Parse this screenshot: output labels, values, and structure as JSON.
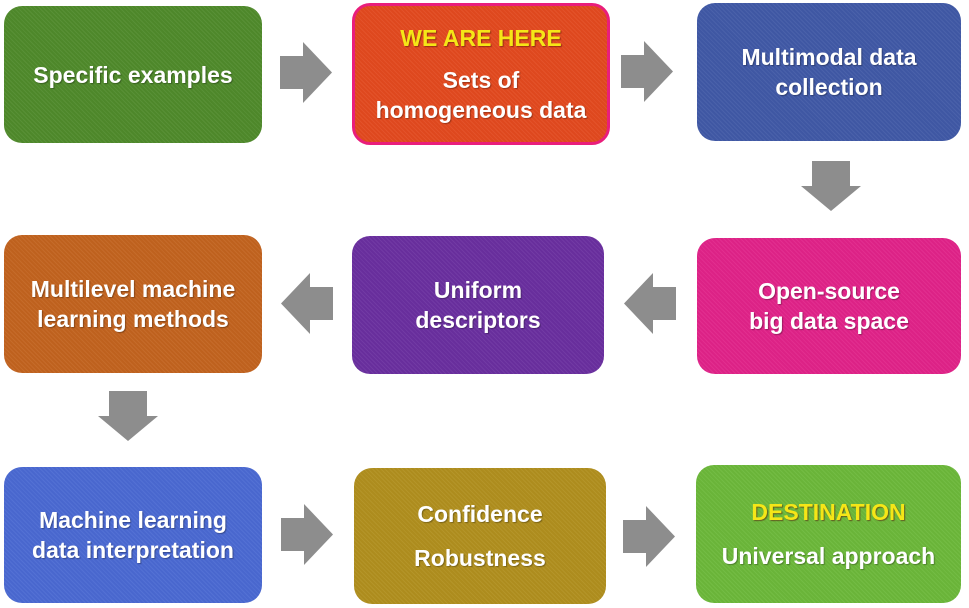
{
  "figure": {
    "background": "#ffffff",
    "arrow_color": "#8d8d8d",
    "highlight_text_color": "#f5e617",
    "body_text_color": "#ffffff"
  },
  "boxes": [
    {
      "name": "specific-examples",
      "fill": "#4f8a2b",
      "lines": [
        {
          "text": "Specific examples",
          "color": "#ffffff"
        }
      ]
    },
    {
      "name": "we-are-here",
      "fill": "#e2491f",
      "border": "#e91e7b",
      "lines": [
        {
          "text": "WE ARE HERE",
          "color": "#f5e617"
        },
        {
          "text": "Sets of",
          "color": "#ffffff"
        },
        {
          "text": "homogeneous data",
          "color": "#ffffff"
        }
      ]
    },
    {
      "name": "multimodal-data-collection",
      "fill": "#4059a6",
      "lines": [
        {
          "text": "Multimodal data",
          "color": "#ffffff"
        },
        {
          "text": "collection",
          "color": "#ffffff"
        }
      ]
    },
    {
      "name": "open-source-big-data-space",
      "fill": "#e02389",
      "lines": [
        {
          "text": "Open-source",
          "color": "#ffffff"
        },
        {
          "text": "big data space",
          "color": "#ffffff"
        }
      ]
    },
    {
      "name": "uniform-descriptors",
      "fill": "#6a2f9f",
      "lines": [
        {
          "text": "Uniform",
          "color": "#ffffff"
        },
        {
          "text": "descriptors",
          "color": "#ffffff"
        }
      ]
    },
    {
      "name": "multilevel-machine-learning-methods",
      "fill": "#c2631f",
      "lines": [
        {
          "text": "Multilevel machine",
          "color": "#ffffff"
        },
        {
          "text": "learning methods",
          "color": "#ffffff"
        }
      ]
    },
    {
      "name": "machine-learning-data-interpretation",
      "fill": "#4a69d2",
      "lines": [
        {
          "text": "Machine learning",
          "color": "#ffffff"
        },
        {
          "text": "data interpretation",
          "color": "#ffffff"
        }
      ]
    },
    {
      "name": "confidence-robustness",
      "fill": "#b08f1e",
      "lines": [
        {
          "text": "Confidence",
          "color": "#ffffff"
        },
        {
          "text": "Robustness",
          "color": "#ffffff"
        }
      ]
    },
    {
      "name": "destination",
      "fill": "#6cb83a",
      "lines": [
        {
          "text": "DESTINATION",
          "color": "#f5e617"
        },
        {
          "text": "Universal approach",
          "color": "#ffffff"
        }
      ]
    }
  ],
  "arrows": [
    {
      "direction": "right",
      "from": "specific-examples",
      "to": "we-are-here"
    },
    {
      "direction": "right",
      "from": "we-are-here",
      "to": "multimodal-data-collection"
    },
    {
      "direction": "down",
      "from": "multimodal-data-collection",
      "to": "open-source-big-data-space"
    },
    {
      "direction": "left",
      "from": "open-source-big-data-space",
      "to": "uniform-descriptors"
    },
    {
      "direction": "left",
      "from": "uniform-descriptors",
      "to": "multilevel-machine-learning-methods"
    },
    {
      "direction": "down",
      "from": "multilevel-machine-learning-methods",
      "to": "machine-learning-data-interpretation"
    },
    {
      "direction": "right",
      "from": "machine-learning-data-interpretation",
      "to": "confidence-robustness"
    },
    {
      "direction": "right",
      "from": "confidence-robustness",
      "to": "destination"
    }
  ]
}
